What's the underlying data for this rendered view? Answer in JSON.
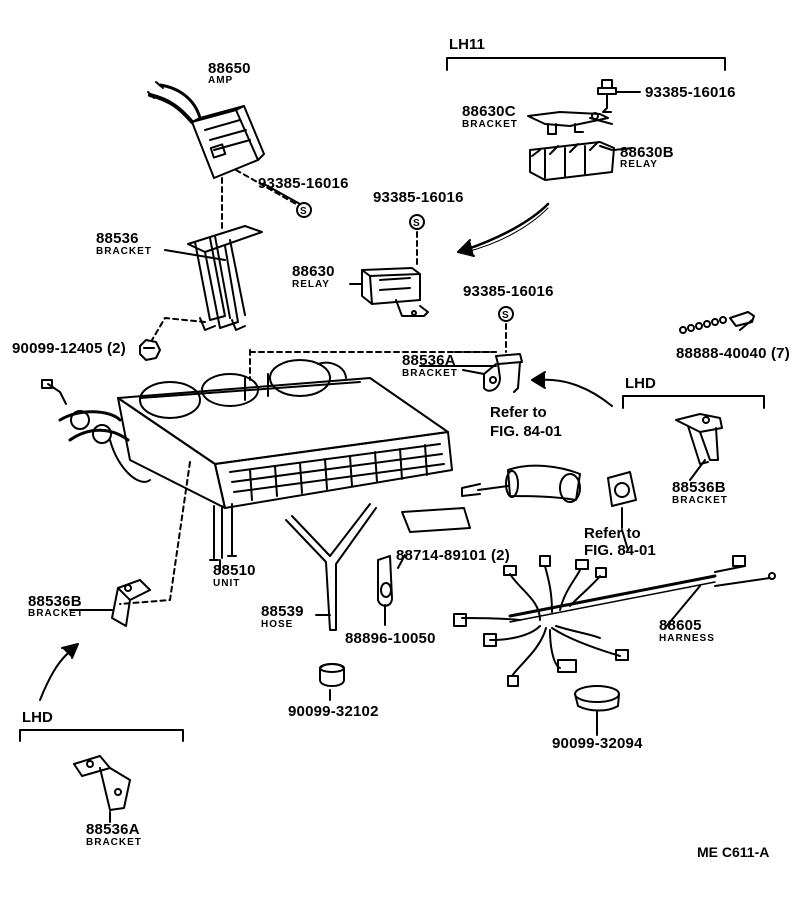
{
  "labels": {
    "p88650": "88650",
    "n88650": "AMP",
    "lh11": "LH11",
    "p93385_a": "93385-16016",
    "p88630C": "88630C",
    "n88630C": "BRACKET",
    "p88630B": "88630B",
    "n88630B": "RELAY",
    "p93385_b": "93385-16016",
    "p93385_c": "93385-16016",
    "p88536": "88536",
    "n88536": "BRACKET",
    "p88630": "88630",
    "n88630": "RELAY",
    "p93385_d": "93385-16016",
    "p88888": "88888-40040 (7)",
    "p90099_12405": "90099-12405 (2)",
    "p88536A_top": "88536A",
    "n88536A_top": "BRACKET",
    "lhd_right": "LHD",
    "refer1_a": "Refer to",
    "refer1_b": "FIG. 84-01",
    "p88536B_right": "88536B",
    "n88536B_right": "BRACKET",
    "refer2_a": "Refer to",
    "refer2_b": "FIG. 84-01",
    "p88714": "88714-89101 (2)",
    "p88510": "88510",
    "n88510": "UNIT",
    "p88536B_left": "88536B",
    "n88536B_left": "BRACKET",
    "p88539": "88539",
    "n88539": "HOSE",
    "p88896": "88896-10050",
    "p88605": "88605",
    "n88605": "HARNESS",
    "p90099_32102": "90099-32102",
    "p90099_32094": "90099-32094",
    "lhd_left": "LHD",
    "p88536A_bottom": "88536A",
    "n88536A_bottom": "BRACKET",
    "ref_code": "ME  C611-A"
  },
  "symbols": {
    "screw_mark": "S"
  }
}
